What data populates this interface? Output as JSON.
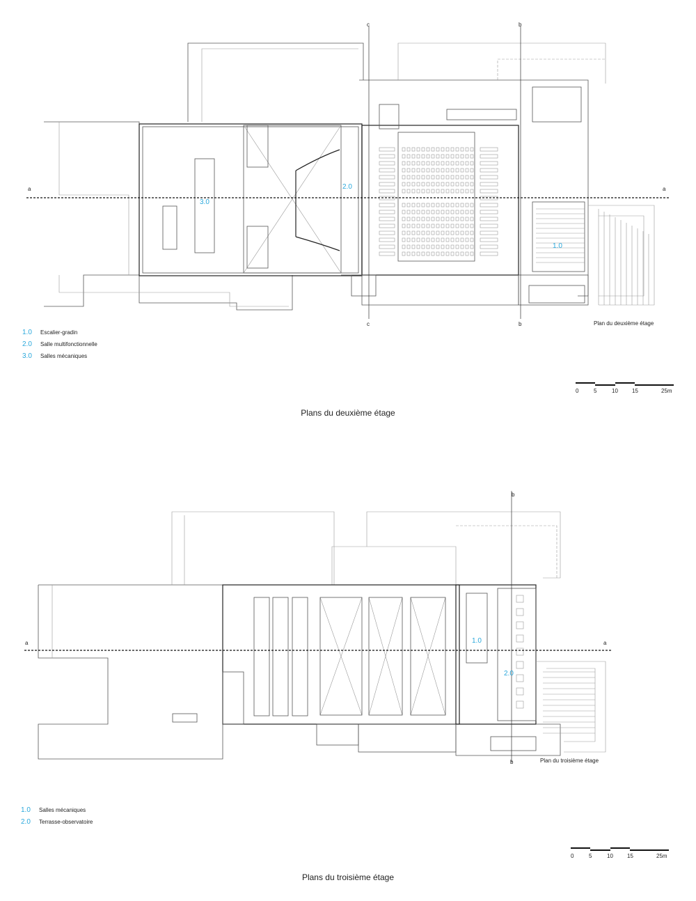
{
  "plan2": {
    "caption": "Plans du deuxième étage",
    "plan_title": "Plan du deuxième étage",
    "section_labels": {
      "a": "a",
      "b": "b",
      "c": "c"
    },
    "room_tags": [
      "3.0",
      "2.0",
      "1.0"
    ],
    "legend": [
      {
        "num": "1.0",
        "label": "Escalier-gradin"
      },
      {
        "num": "2.0",
        "label": "Salle multifonctionnelle"
      },
      {
        "num": "3.0",
        "label": "Salles mécaniques"
      }
    ],
    "scale": [
      "0",
      "5",
      "10",
      "15",
      "25m"
    ]
  },
  "plan3": {
    "caption": "Plans du troisième étage",
    "plan_title": "Plan du troisième étage",
    "section_labels": {
      "a": "a",
      "b": "b"
    },
    "room_tags": [
      "1.0",
      "2.0"
    ],
    "legend": [
      {
        "num": "1.0",
        "label": "Salles mécaniques"
      },
      {
        "num": "2.0",
        "label": "Terrasse-observatoire"
      }
    ],
    "scale": [
      "0",
      "5",
      "10",
      "15",
      "25m"
    ]
  },
  "colors": {
    "accent": "#2aa8dc",
    "line": "#555555"
  }
}
